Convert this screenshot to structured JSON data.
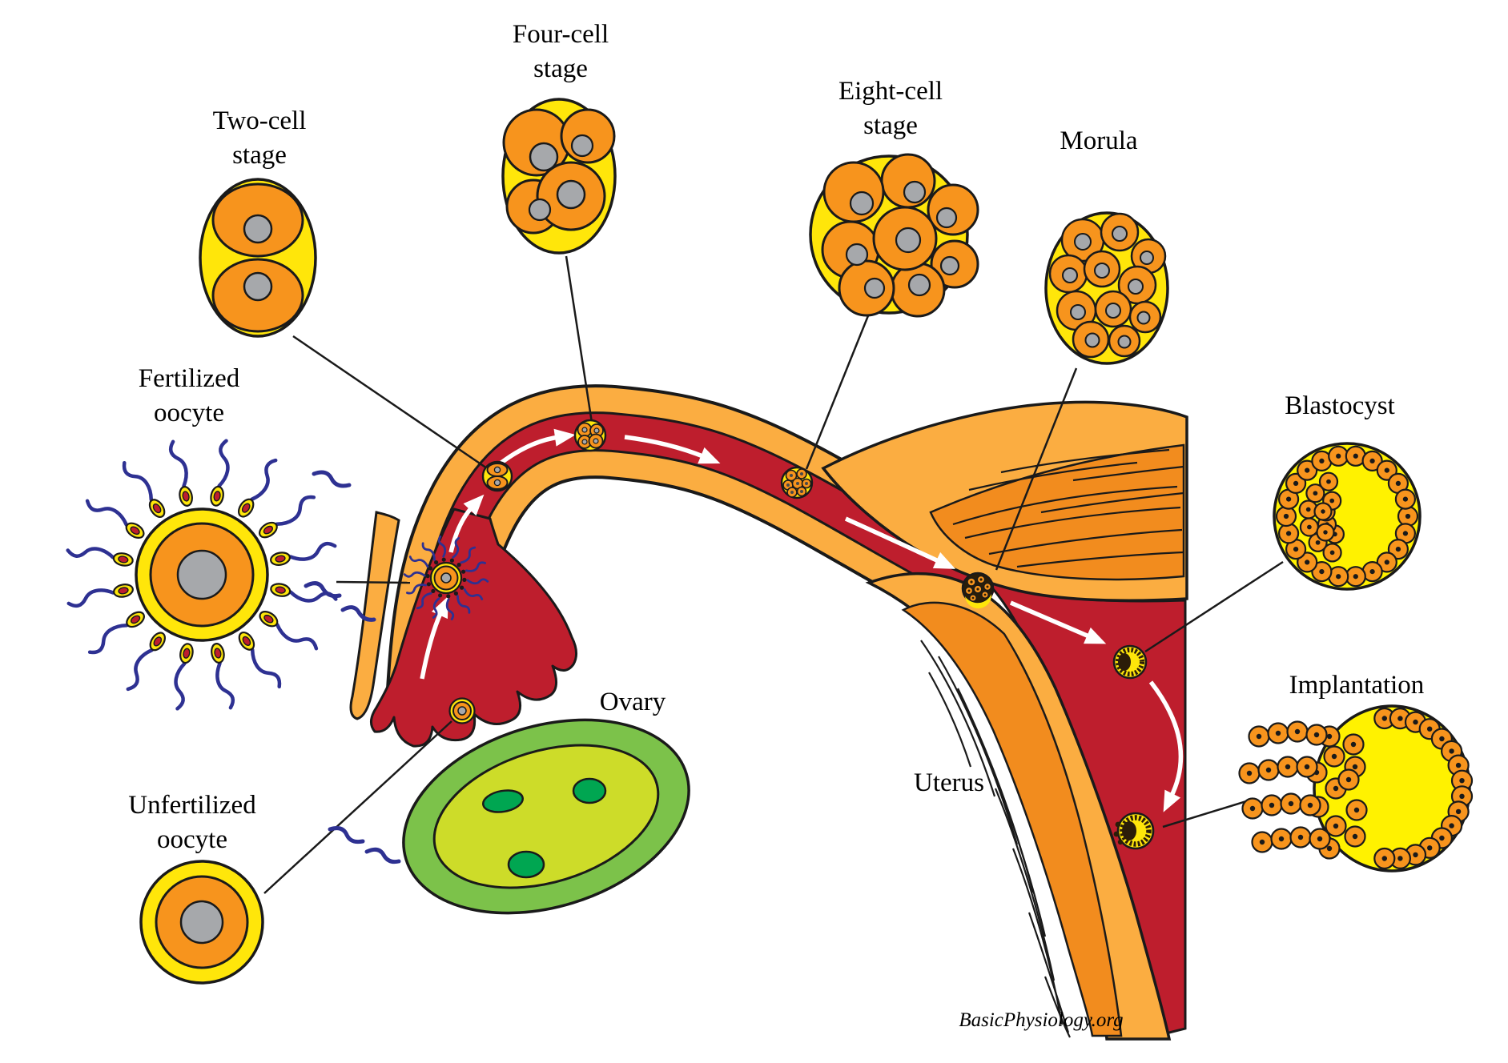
{
  "labels": {
    "two_cell": [
      "Two-cell",
      "stage"
    ],
    "four_cell": [
      "Four-cell",
      "stage"
    ],
    "eight_cell": [
      "Eight-cell",
      "stage"
    ],
    "morula": "Morula",
    "blastocyst": "Blastocyst",
    "implantation": "Implantation",
    "fertilized_oocyte": [
      "Fertilized",
      "oocyte"
    ],
    "unfertilized_oocyte": [
      "Unfertilized",
      "oocyte"
    ],
    "ovary": "Ovary",
    "uterus": "Uterus",
    "credit": "BasicPhysiology.org"
  },
  "colors": {
    "cell_orange": "#F7941D",
    "wall_light_orange": "#FBAD41",
    "muscle_orange": "#F28C1E",
    "zona_yellow": "#FFE60A",
    "blastocyst_yellow": "#FFF200",
    "lumen_red": "#BE1E2D",
    "nucleus_gray": "#A6A8AB",
    "sperm_blue": "#2E3192",
    "ovary_green": "#7CC24A",
    "ovary_inner_green": "#CDDC29",
    "follicle_green": "#00A651",
    "outline_black": "#1A1A1A",
    "background": "#FFFFFF"
  }
}
